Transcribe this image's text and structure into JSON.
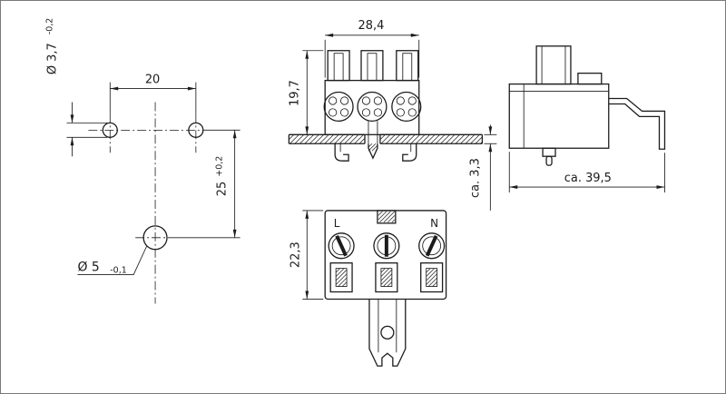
{
  "drawing": {
    "drilling_plan": {
      "hole_pitch": "20",
      "small_hole_dia": "Ø 3,7",
      "small_hole_tol": "-0,2",
      "vertical_pitch": "25",
      "vertical_pitch_tol": "+0,2",
      "large_hole_dia": "Ø 5",
      "large_hole_tol": "-0,1"
    },
    "front_view": {
      "overall_width": "28,4",
      "body_height": "19,7",
      "panel_thickness": "ca. 3,3"
    },
    "bottom_view": {
      "body_depth": "22,3",
      "terminal_live": "L",
      "terminal_neutral": "N"
    },
    "side_view": {
      "overall_depth": "ca. 39,5"
    }
  },
  "colors": {
    "ink": "#1c1c1c",
    "background": "#ffffff"
  }
}
